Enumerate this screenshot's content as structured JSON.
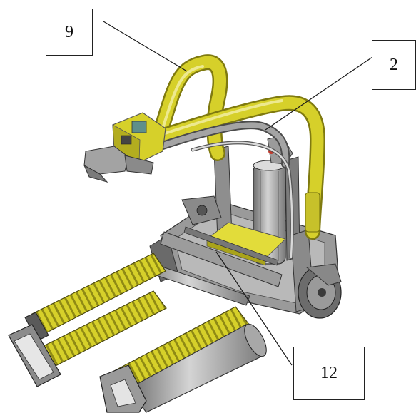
{
  "callouts": [
    {
      "label": "9"
    },
    {
      "label": "2"
    },
    {
      "label": "12"
    }
  ],
  "colors": {
    "yellow": "#d6d02a",
    "yellow_dark": "#a9a31b",
    "yellow_light": "#ebe68a",
    "grey": "#8d8d8d",
    "grey_dark": "#4e4e4e",
    "grey_light": "#cfcfcf",
    "line": "#1a1a1a"
  }
}
